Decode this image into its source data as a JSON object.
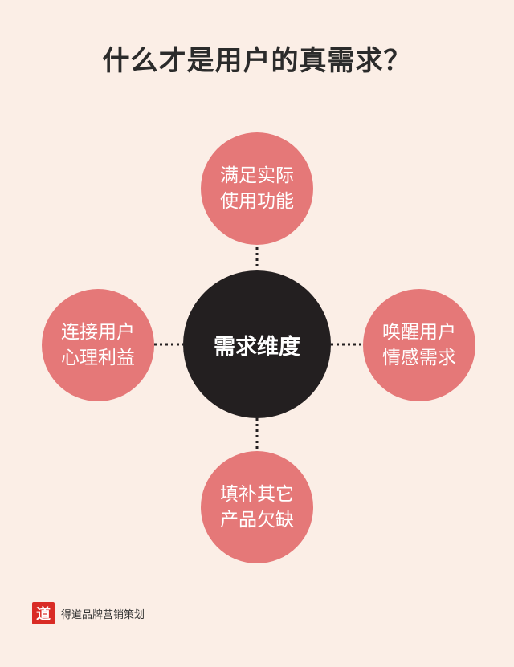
{
  "title": "什么才是用户的真需求？",
  "center": {
    "label": "需求维度"
  },
  "nodes": {
    "top": {
      "line1": "满足实际",
      "line2": "使用功能"
    },
    "left": {
      "line1": "连接用户",
      "line2": "心理利益"
    },
    "right": {
      "line1": "唤醒用户",
      "line2": "情感需求"
    },
    "bottom": {
      "line1": "填补其它",
      "line2": "产品欠缺"
    }
  },
  "footer": {
    "logo_char": "道",
    "brand": "得道品牌营销策划"
  },
  "colors": {
    "background": "#fbeee6",
    "node": "#e57878",
    "center": "#231f20",
    "text": "#2b2b2b",
    "logo": "#d92b25"
  }
}
